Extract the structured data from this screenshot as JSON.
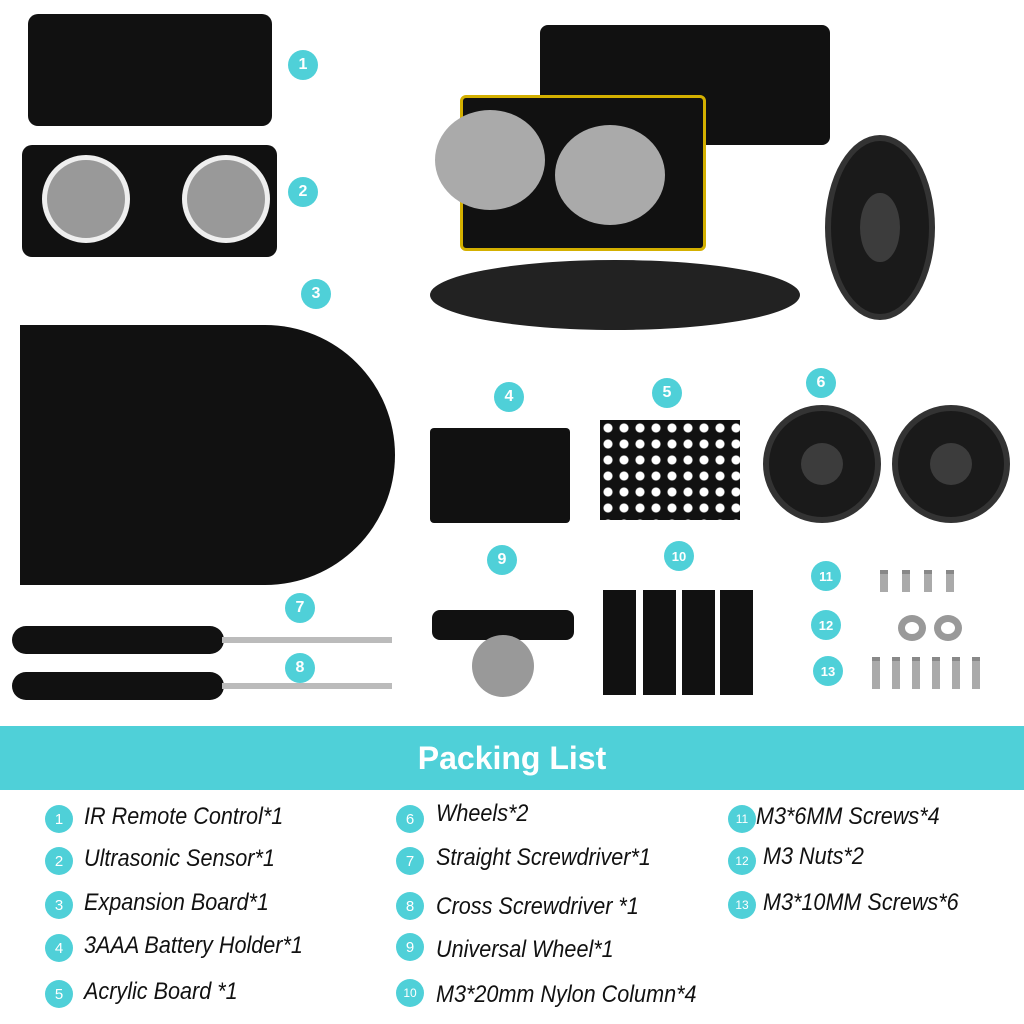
{
  "banner": {
    "title": "Packing List"
  },
  "photo_badges": [
    "1",
    "2",
    "3",
    "4",
    "5",
    "6",
    "7",
    "8",
    "9",
    "10",
    "11",
    "12",
    "13"
  ],
  "list": [
    {
      "num": "1",
      "label": "IR Remote Control*1"
    },
    {
      "num": "2",
      "label": "Ultrasonic Sensor*1"
    },
    {
      "num": "3",
      "label": "Expansion Board*1"
    },
    {
      "num": "4",
      "label": "3AAA Battery Holder*1"
    },
    {
      "num": "5",
      "label": "Acrylic Board *1"
    },
    {
      "num": "6",
      "label": "Wheels*2"
    },
    {
      "num": "7",
      "label": "Straight Screwdriver*1"
    },
    {
      "num": "8",
      "label": "Cross Screwdriver *1"
    },
    {
      "num": "9",
      "label": "Universal Wheel*1"
    },
    {
      "num": "10",
      "label": "M3*20mm Nylon Column*4"
    },
    {
      "num": "11",
      "label": "M3*6MM Screws*4"
    },
    {
      "num": "12",
      "label": "M3 Nuts*2"
    },
    {
      "num": "13",
      "label": "M3*10MM Screws*6"
    }
  ],
  "colors": {
    "accent": "#4fd0d8",
    "text": "#111111"
  }
}
